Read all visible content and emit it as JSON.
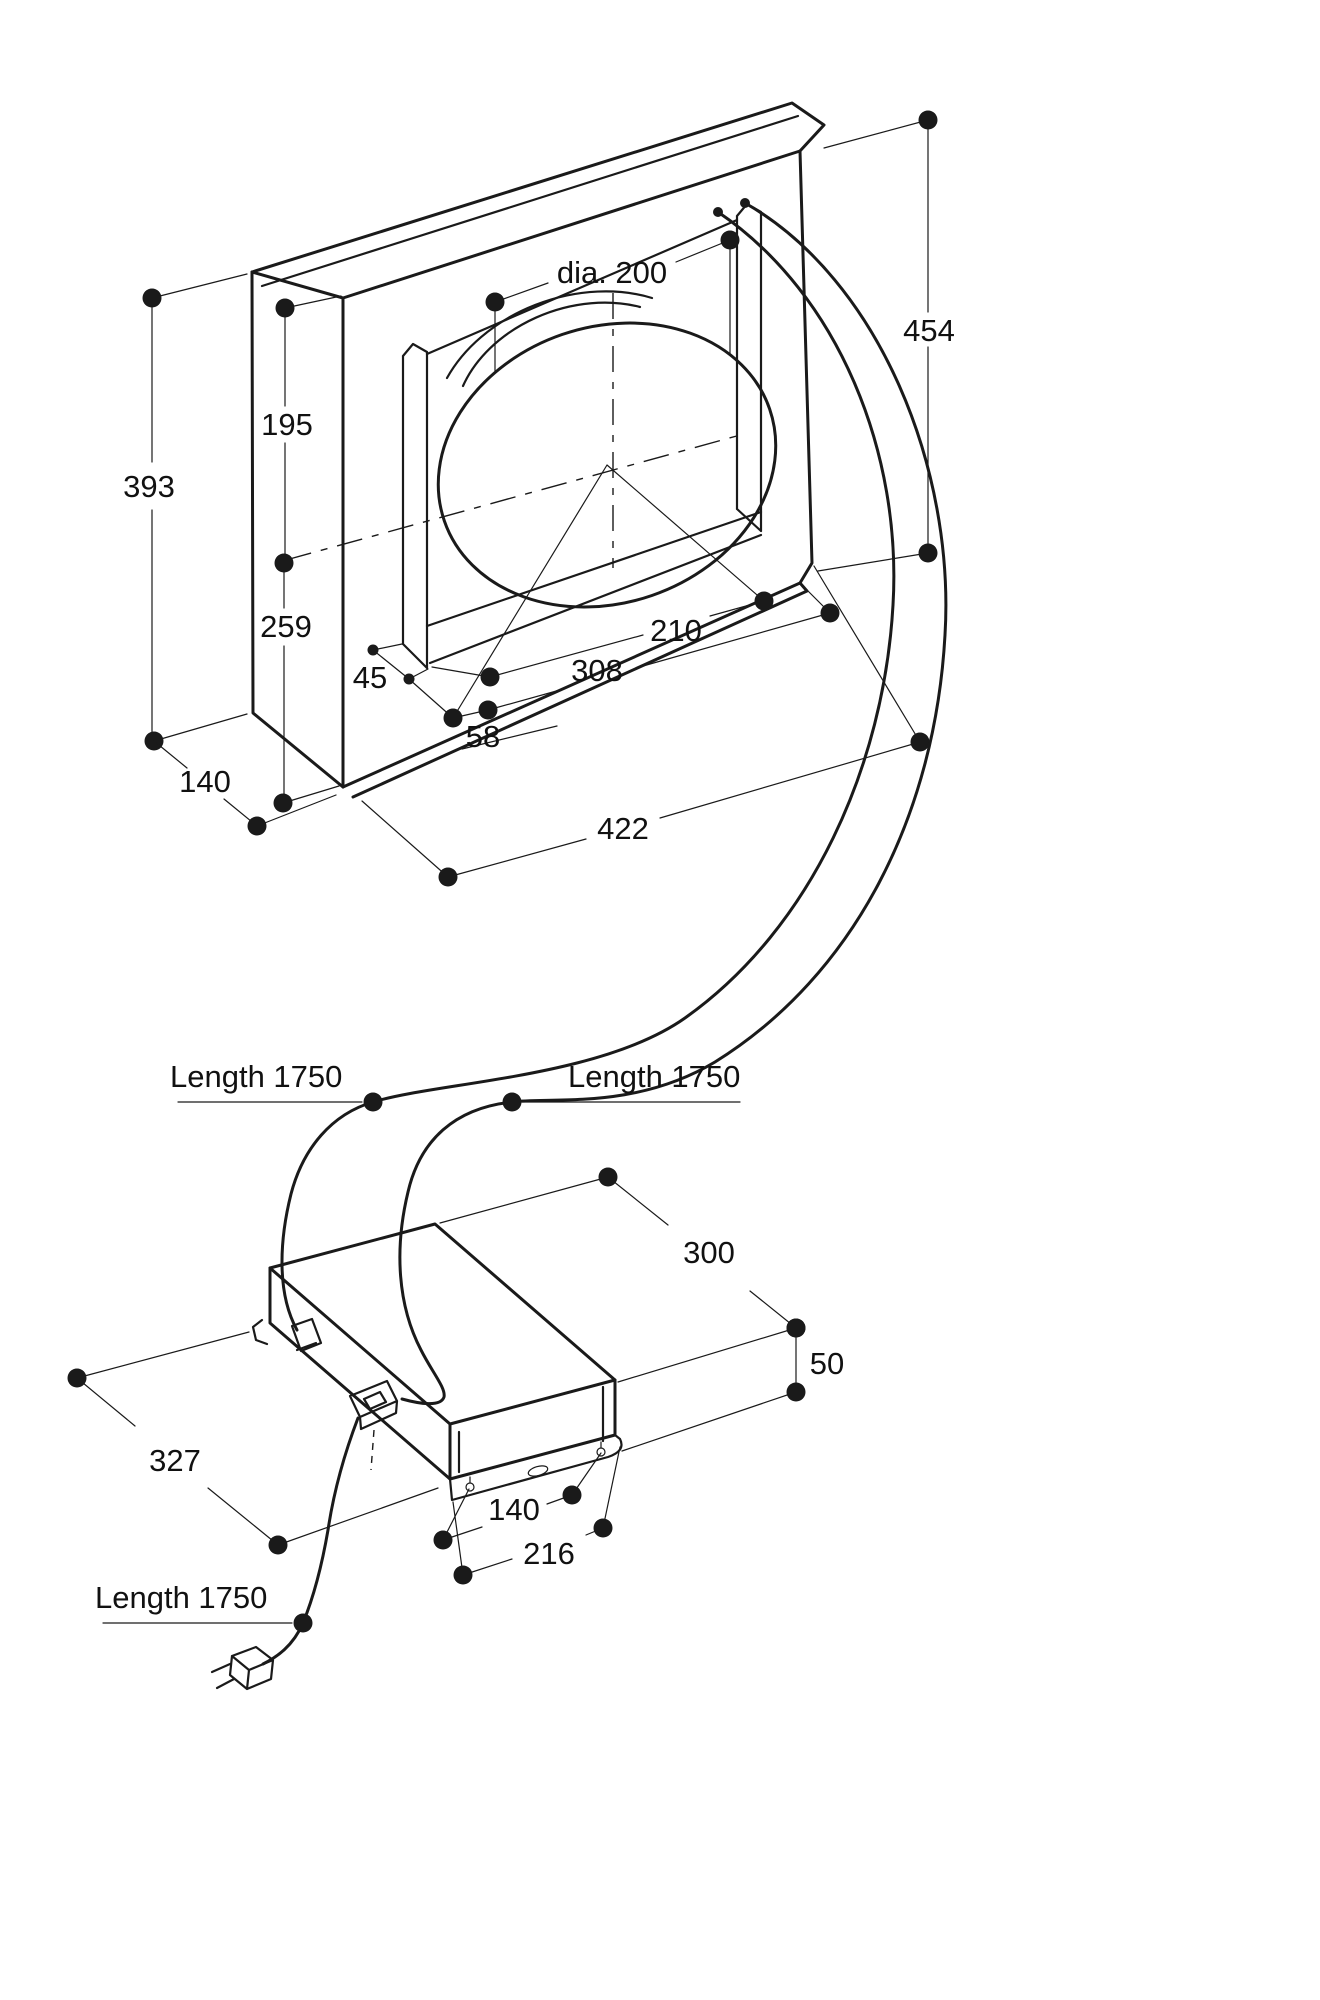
{
  "diagram": {
    "kind": "appliance installation dimension drawing",
    "upper_unit": {
      "dim_hole_diameter": "dia. 200",
      "dim_height_total": "393",
      "dim_height_upper": "195",
      "dim_height_lower": "259",
      "dim_height_right": "454",
      "dim_width": "422",
      "dim_depth": "140",
      "dim_hole_center_offset": "210",
      "dim_hole_width": "308",
      "dim_offset_small": "45",
      "dim_offset_large": "58",
      "cable_left_label": "Length 1750",
      "cable_right_label": "Length 1750"
    },
    "lower_unit": {
      "dim_depth": "300",
      "dim_height": "50",
      "dim_diagonal": "327",
      "dim_hole_spacing": "140",
      "dim_flange_length": "216",
      "power_cord_label": "Length 1750"
    },
    "colors": {
      "line": "#1a1a1a",
      "background": "#ffffff"
    }
  }
}
